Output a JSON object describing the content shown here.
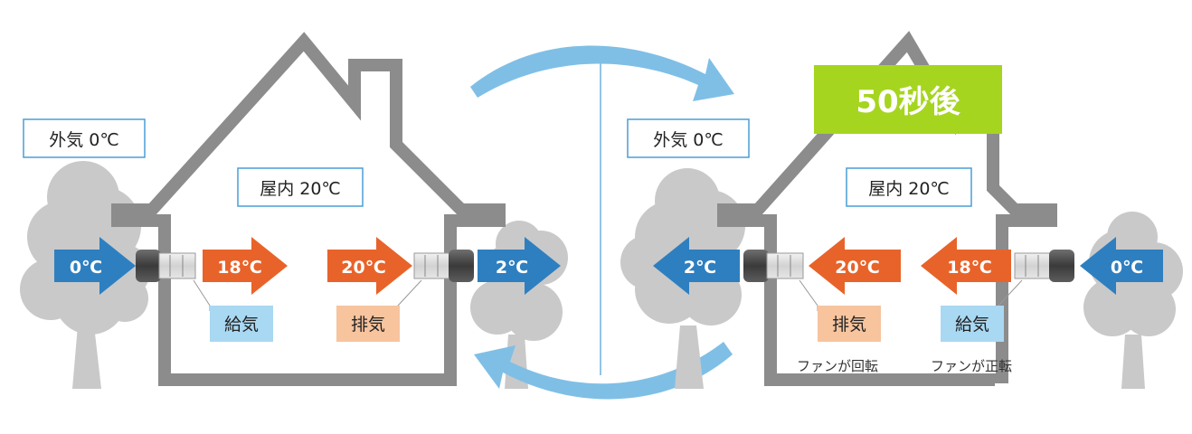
{
  "colors": {
    "house": "#8c8c8c",
    "tree": "#c9c9c9",
    "blue_arrow": "#2e7fc0",
    "orange_arrow": "#e8632a",
    "cycle_arrow": "#7fbfe6",
    "supply_box": "#a9d8f2",
    "exhaust_box": "#f7c49e",
    "label_border": "#4a9ed6",
    "badge": "#a6d51f"
  },
  "left": {
    "outside_label": "外気 0℃",
    "indoor_label": "屋内 20℃",
    "arrows": [
      "0℃",
      "18℃",
      "20℃",
      "2℃"
    ],
    "supply_label": "給気",
    "exhaust_label": "排気"
  },
  "right": {
    "badge": "50秒後",
    "outside_label": "外気 0℃",
    "indoor_label": "屋内 20℃",
    "arrows": [
      "2℃",
      "20℃",
      "18℃",
      "0℃"
    ],
    "exhaust_label": "排気",
    "supply_label": "給気",
    "exhaust_caption": "ファンが回転",
    "supply_caption": "ファンが正転"
  }
}
